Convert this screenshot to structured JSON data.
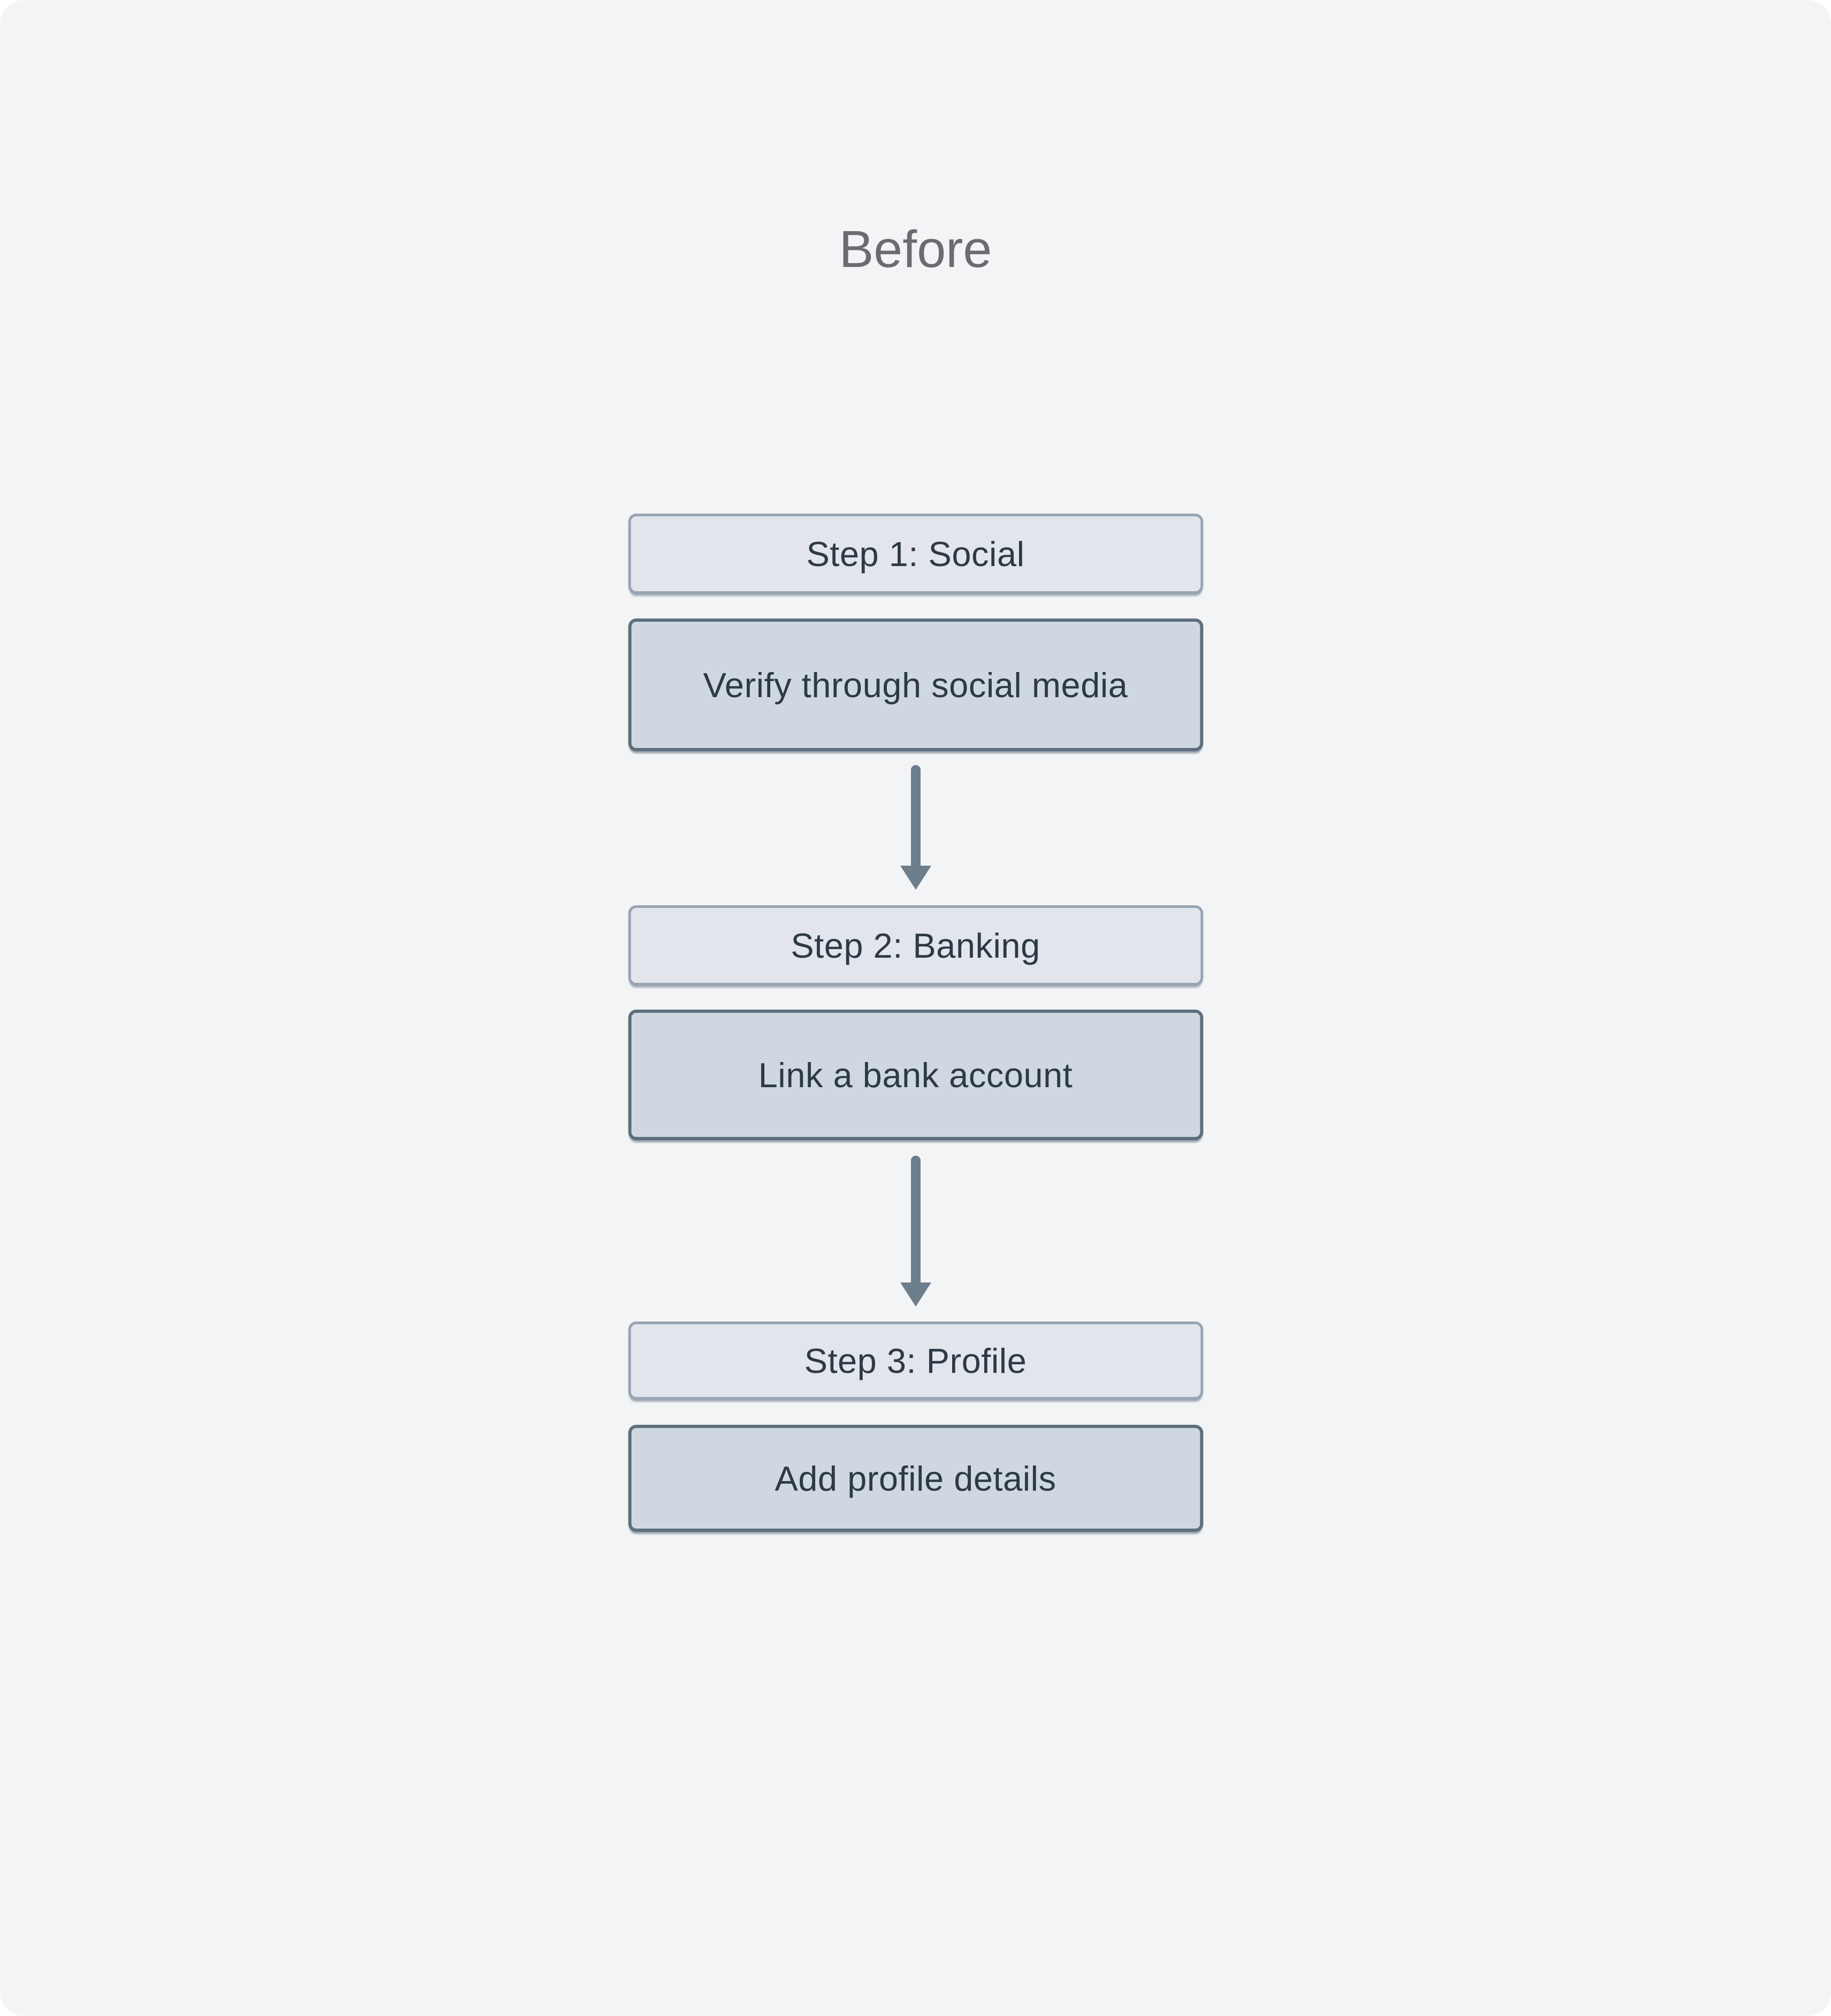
{
  "title": "Before",
  "flow": {
    "steps": [
      {
        "header": "Step 1: Social",
        "task": "Verify through social media"
      },
      {
        "header": "Step 2: Banking",
        "task": "Link a bank account"
      },
      {
        "header": "Step 3: Profile",
        "task": "Add profile details"
      }
    ]
  },
  "colors": {
    "page_bg": "#ffffff",
    "canvas_bg": "#f2f4f6",
    "title_color": "#6a6c6f",
    "header_fill": "#e2e5ec",
    "header_border": "#96a4b3",
    "task_fill": "#cfd8e0",
    "task_border": "#5e6e7e",
    "label_color": "#2d3a46",
    "arrow_color": "#6c7d8c"
  }
}
